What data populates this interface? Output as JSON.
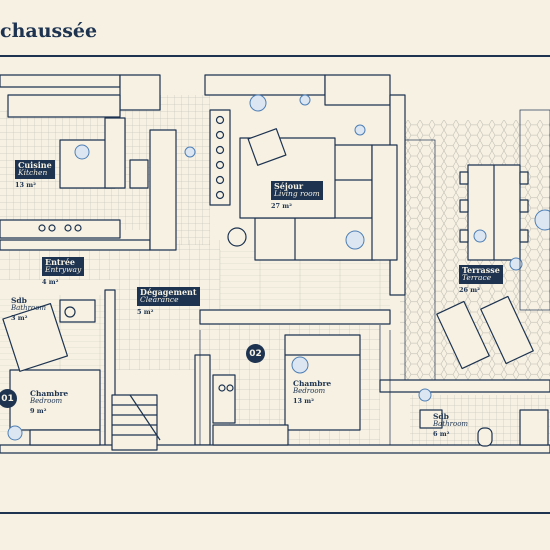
{
  "title": "chaussée",
  "rooms": [
    {
      "id": "cuisine",
      "fr": "Cuisine",
      "en": "Kitchen",
      "area": "13 m²"
    },
    {
      "id": "entree",
      "fr": "Entrée",
      "en": "Entryway",
      "area": "4 m²"
    },
    {
      "id": "sdb1",
      "fr": "Sdb",
      "en": "Bathroom",
      "area": "3 m²"
    },
    {
      "id": "degagement",
      "fr": "Dégagement",
      "en": "Clearance",
      "area": "5 m²"
    },
    {
      "id": "sejour",
      "fr": "Séjour",
      "en": "Living room",
      "area": "27 m²"
    },
    {
      "id": "terrasse",
      "fr": "Terrasse",
      "en": "Terrace",
      "area": "26 m²"
    },
    {
      "id": "chambre2",
      "fr": "Chambre",
      "en": "Bedroom",
      "area": "13 m²"
    },
    {
      "id": "chambre1",
      "fr": "Chambre",
      "en": "Bedroom",
      "area": "9 m²"
    },
    {
      "id": "sdb2",
      "fr": "Sdb",
      "en": "Bathroom",
      "area": "6 m²"
    }
  ],
  "badges": [
    "01",
    "02"
  ],
  "colors": {
    "ink": "#1d3350",
    "paper": "#f6f1e3",
    "accent": "#4f7fb5",
    "tile": "#c9c6bb"
  }
}
